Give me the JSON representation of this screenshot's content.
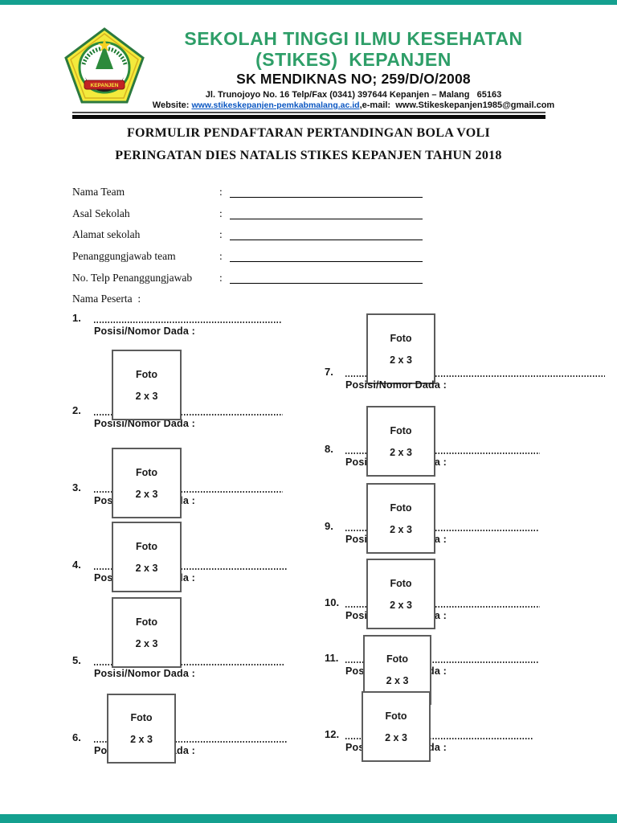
{
  "colors": {
    "viewer_bar_teal": "#14a08f",
    "header_green": "#2e9e68",
    "link_blue": "#0a56c2",
    "ink": "#111111"
  },
  "header": {
    "school_line1": "SEKOLAH TINGGI ILMU KESEHATAN",
    "school_line2": "(STIKES)  KEPANJEN",
    "sk_line": "SK MENDIKNAS NO; 259/D/O/2008",
    "address_line": "Jl. Trunojoyo No. 16 Telp/Fax (0341) 397644 Kepanjen – Malang   65163",
    "website_prefix": "Website: ",
    "website_url": "www.stikeskepanjen-pemkabmalang.ac.id",
    "email_part": ",e-mail:  www.Stikeskepanjen1985@gmail.com",
    "logo_banner_text": "KEPANJEN"
  },
  "title_line1": "FORMULIR PENDAFTARAN PERTANDINGAN BOLA VOLI",
  "title_line2": "PERINGATAN DIES NATALIS STIKES KEPANJEN TAHUN 2018",
  "form": {
    "colon": ":",
    "fields": [
      {
        "label": "Nama Team"
      },
      {
        "label": "Asal Sekolah"
      },
      {
        "label": "Alamat sekolah"
      },
      {
        "label": "Penanggungjawab team"
      },
      {
        "label": "No. Telp Penanggungjawab"
      }
    ],
    "participants_label": "Nama Peserta  :"
  },
  "participants": [
    {
      "num": "1.",
      "posisi": "Posisi/Nomor Dada :"
    },
    {
      "num": "2.",
      "posisi": "Posisi/Nomor Dada :"
    },
    {
      "num": "3.",
      "posisi": "Posisi/Nomor Dada :"
    },
    {
      "num": "4.",
      "posisi": "Posisi/Nomor Dada :"
    },
    {
      "num": "5.",
      "posisi": "Posisi/Nomor Dada :"
    },
    {
      "num": "6.",
      "posisi": "Posisi/Nomor Dada :"
    },
    {
      "num": "7.",
      "posisi": "Posisi/Nomor Dada :"
    },
    {
      "num": "8.",
      "posisi": "Posisi/Nomor Dada :"
    },
    {
      "num": "9.",
      "posisi": "Posisi/Nomor Dada :"
    },
    {
      "num": "10.",
      "posisi": "Posisi/Nomor Dada :"
    },
    {
      "num": "11.",
      "posisi": "Posisi/Nomor Dada :"
    },
    {
      "num": "12.",
      "posisi": "Posisi/Nomor Dada :"
    }
  ],
  "photo_box": {
    "line1": "Foto",
    "line2": "2 x 3"
  }
}
